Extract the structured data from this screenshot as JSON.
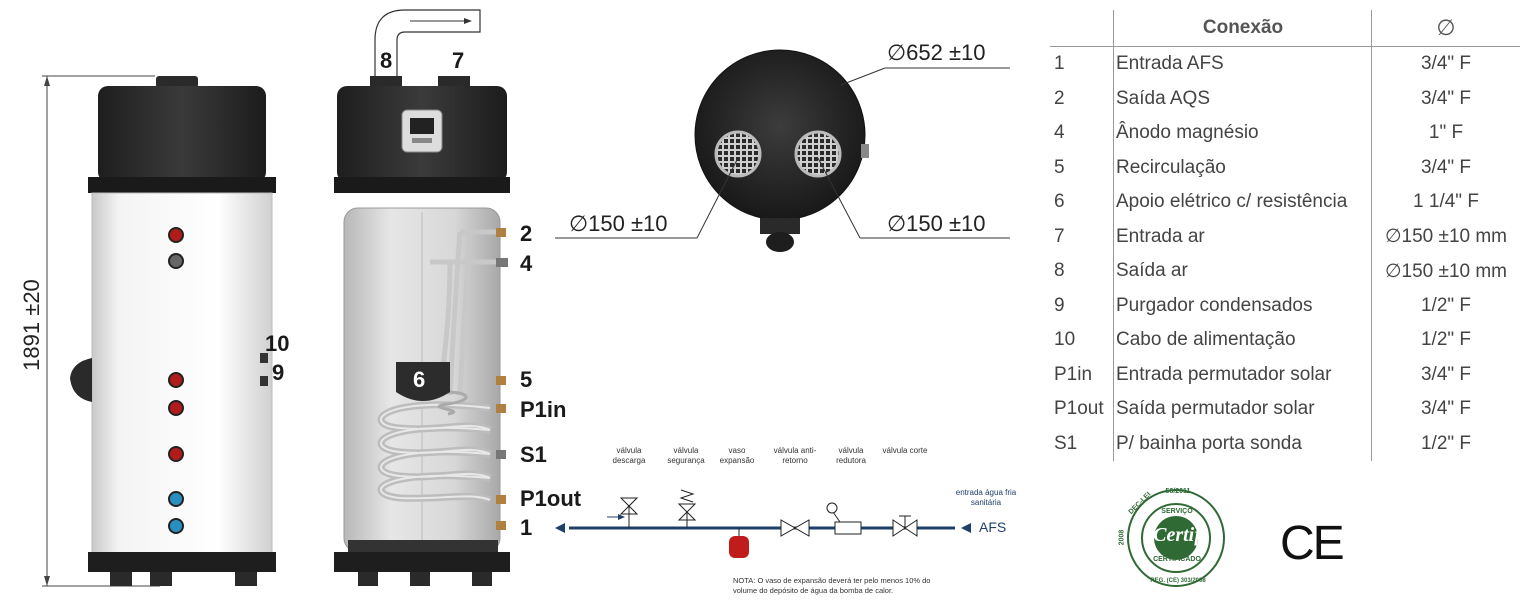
{
  "dimensions": {
    "height": "1891 ±20",
    "diameter_top": "∅652 ±10",
    "diameter_left_port": "∅150 ±10",
    "diameter_right_port": "∅150 ±10"
  },
  "side_view_labels": [
    "10",
    "9"
  ],
  "front_view_labels": {
    "top": [
      "8",
      "7"
    ],
    "control": "6",
    "right": [
      "2",
      "4",
      "5",
      "P1in",
      "S1",
      "P1out",
      "1"
    ]
  },
  "hydraulic": {
    "components": [
      "válvula descarga",
      "válvula segurança",
      "vaso expansão",
      "válvula anti-retorno",
      "válvula redutora",
      "válvula corte"
    ],
    "inlet_caption": "entrada água fria sanitária",
    "inlet_label": "AFS",
    "note": "NOTA: O vaso de expansão deverá ter pelo menos 10% do volume do depósito de água da bomba de calor."
  },
  "table": {
    "headers": [
      "",
      "Conexão",
      "∅"
    ],
    "rows": [
      [
        "1",
        "Entrada AFS",
        "3/4\" F"
      ],
      [
        "2",
        "Saída AQS",
        "3/4\" F"
      ],
      [
        "4",
        "Ânodo magnésio",
        "1\" F"
      ],
      [
        "5",
        "Recirculação",
        "3/4\" F"
      ],
      [
        "6",
        "Apoio elétrico c/ resistência",
        "1 1/4\" F"
      ],
      [
        "7",
        "Entrada ar",
        "∅150 ±10 mm"
      ],
      [
        "8",
        "Saída ar",
        "∅150 ±10 mm"
      ],
      [
        "9",
        "Purgador condensados",
        "1/2\" F"
      ],
      [
        "10",
        "Cabo de alimentação",
        "1/2\" F"
      ],
      [
        "P1in",
        "Entrada permutador solar",
        "3/4\" F"
      ],
      [
        "P1out",
        "Saída permutador solar",
        "3/4\" F"
      ],
      [
        "S1",
        "P/ bainha porta sonda",
        "1/2\" F"
      ]
    ]
  },
  "certification": {
    "seal_top": "56/2011",
    "seal_ring_top": "DEC-LEI",
    "seal_service": "SERVIÇO",
    "seal_brand": "Certif",
    "seal_certified": "CERTIFICADO",
    "seal_left": "2008",
    "seal_bottom": "REG. (CE) 303/2008",
    "ce_mark": "CE"
  }
}
